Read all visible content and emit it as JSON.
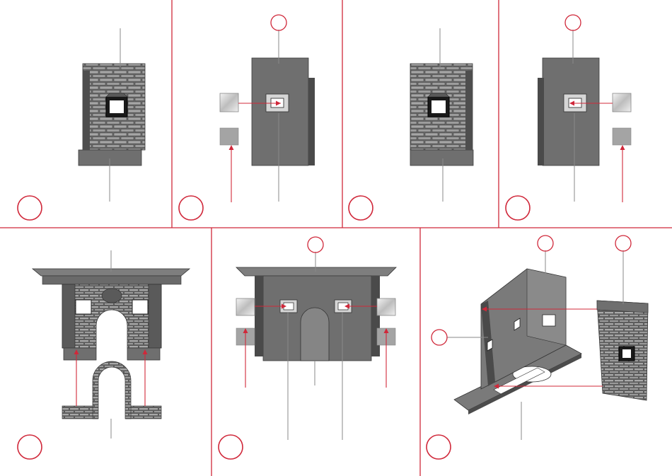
{
  "sheet": {
    "accent_color": "#d0283a",
    "steps": [
      {
        "id": "step-1",
        "label": ""
      },
      {
        "id": "step-2",
        "label": ""
      },
      {
        "id": "step-3",
        "label": ""
      },
      {
        "id": "step-4",
        "label": ""
      },
      {
        "id": "step-5",
        "label": ""
      },
      {
        "id": "step-6",
        "label": ""
      },
      {
        "id": "step-7",
        "label": ""
      }
    ],
    "parts": [
      "brick-wall-panel",
      "inner-wall-plate",
      "window-glazing",
      "window-frame",
      "arched-facade",
      "arch-insert",
      "corner-assembly"
    ]
  }
}
